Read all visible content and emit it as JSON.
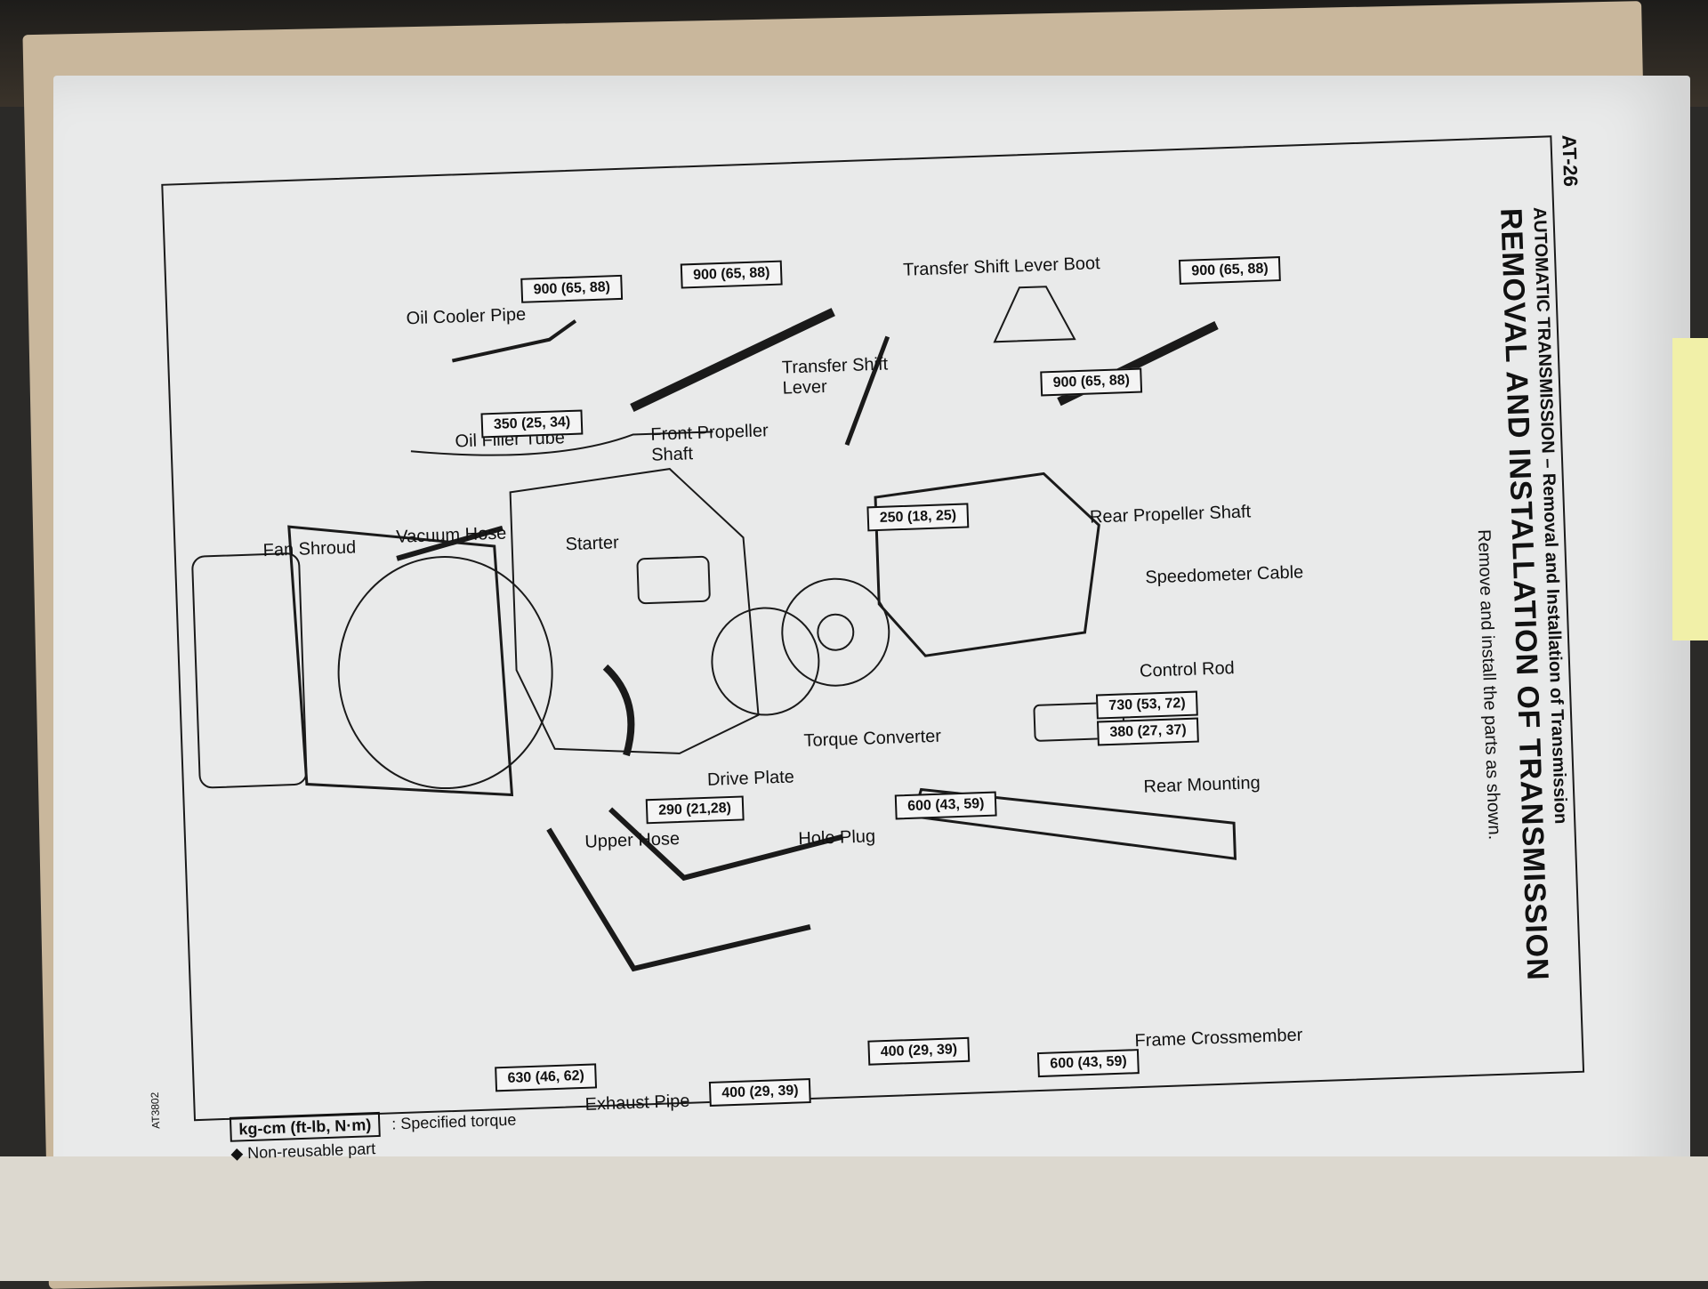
{
  "page": {
    "page_number": "AT-26",
    "section": "AUTOMATIC TRANSMISSION – Removal and Installation of Transmission",
    "heading": "REMOVAL AND INSTALLATION OF TRANSMISSION",
    "subheading": "Remove and install the parts as shown."
  },
  "parts": {
    "oil_cooler_pipe": "Oil Cooler Pipe",
    "oil_filler_tube": "Oil Filler Tube",
    "fan_shroud": "Fan Shroud",
    "vacuum_hose": "Vacuum Hose",
    "starter": "Starter",
    "front_propeller_shaft": "Front Propeller Shaft",
    "transfer_shift_lever": "Transfer Shift Lever",
    "transfer_shift_lever_boot": "Transfer Shift Lever Boot",
    "rear_propeller_shaft": "Rear Propeller Shaft",
    "speedometer_cable": "Speedometer Cable",
    "control_rod": "Control Rod",
    "torque_converter": "Torque Converter",
    "drive_plate": "Drive Plate",
    "rear_mounting": "Rear Mounting",
    "hole_plug": "Hole Plug",
    "upper_hose": "Upper Hose",
    "frame_crossmember": "Frame Crossmember",
    "exhaust_pipe": "Exhaust Pipe"
  },
  "torques": {
    "t1": "900 (65, 88)",
    "t2": "900 (65, 88)",
    "t3": "900 (65, 88)",
    "t4": "900 (65, 88)",
    "oil_cooler": "350 (25, 34)",
    "shift_lever": "250 (18, 25)",
    "ctrl1": "730 (53, 72)",
    "ctrl2": "380 (27, 37)",
    "drive_plate": "290 (21,28)",
    "mount": "600 (43, 59)",
    "crossmember": "600 (43, 59)",
    "exhaust1": "400 (29, 39)",
    "exhaust2": "400 (29, 39)",
    "exhaust3": "630 (46, 62)"
  },
  "legend": {
    "unit": "kg-cm (ft-lb, N·m)",
    "unit_desc": ": Specified torque",
    "nonreusable": "◆ Non-reusable part"
  },
  "figure_ref": "AT3802"
}
